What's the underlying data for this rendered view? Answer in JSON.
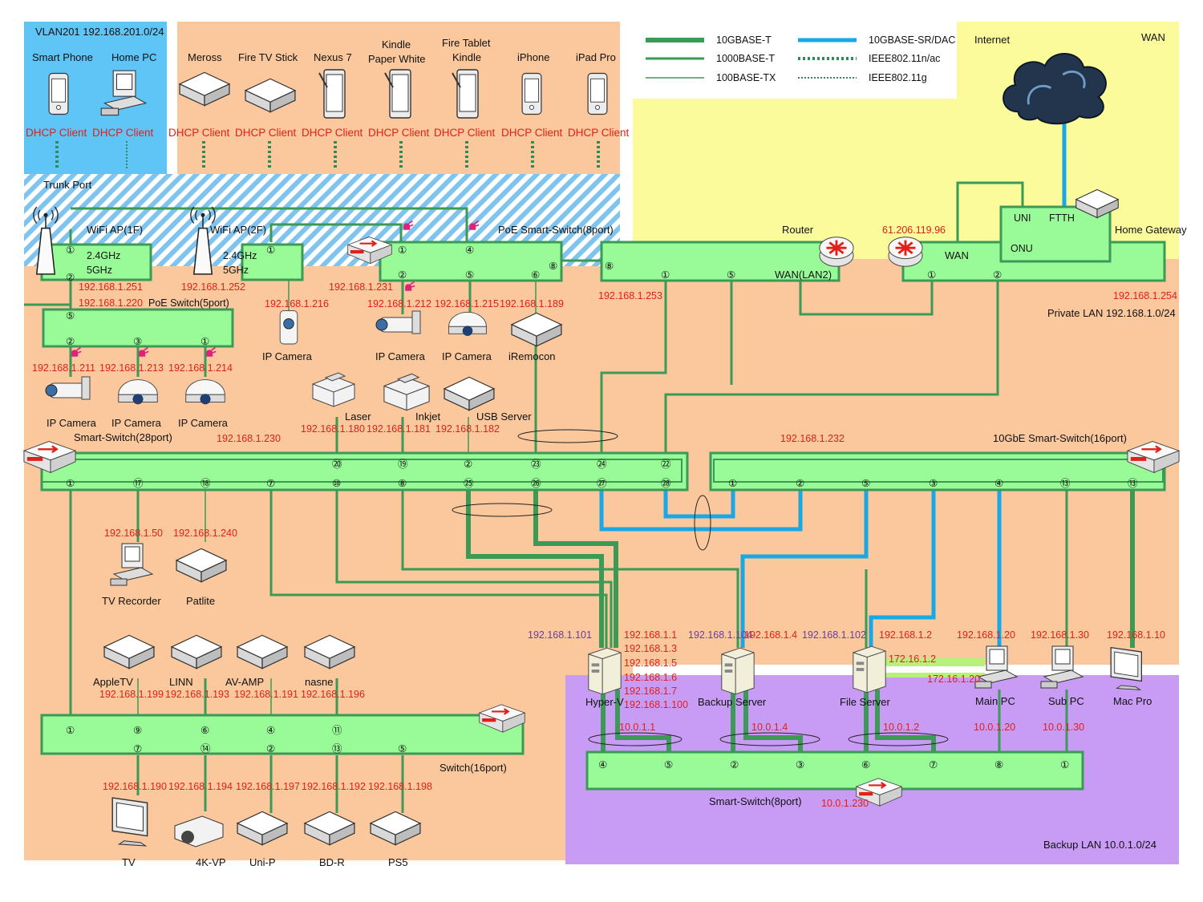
{
  "zones": {
    "vlan201": "VLAN201 192.168.201.0/24",
    "wan": "WAN",
    "private_lan": "Private LAN 192.168.1.0/24",
    "backup_lan": "Backup LAN 10.0.1.0/24",
    "trunk_port": "Trunk Port",
    "internet": "Internet"
  },
  "legend": {
    "l10gbaset": "10GBASE-T",
    "l1000baset": "1000BASE-T",
    "l100basetx": "100BASE-TX",
    "l10gsr": "10GBASE-SR/DAC",
    "lwifi_nac": "IEEE802.11n/ac",
    "lwifi_g": "IEEE802.11g"
  },
  "wifi_clients": {
    "dhcp": "DHCP Client",
    "smartphone": "Smart Phone",
    "homepc": "Home PC",
    "meross": "Meross",
    "firetv": "Fire TV Stick",
    "nexus7": "Nexus 7",
    "kindle1": "Kindle",
    "kindle2": "Paper White",
    "firetab1": "Fire Tablet",
    "firetab2": "Kindle",
    "iphone": "iPhone",
    "ipad": "iPad Pro"
  },
  "aps": {
    "ap1_name": "WiFi AP(1F)",
    "ap2_name": "WiFi AP(2F)",
    "band24": "2.4GHz",
    "band5": "5GHz",
    "ap1_ip": "192.168.1.251",
    "ap2_ip": "192.168.1.252"
  },
  "poe5": {
    "name": "PoE Switch(5port)",
    "ip": "192.168.1.220"
  },
  "poe8": {
    "name": "PoE Smart-Switch(8port)",
    "ip": "192.168.1.231"
  },
  "router": {
    "name": "Router",
    "ip": "192.168.1.253",
    "wanlan2": "WAN(LAN2)"
  },
  "gateway": {
    "name": "Home Gateway",
    "wan_ip": "61.206.119.96",
    "wan": "WAN",
    "uni": "UNI",
    "ftth": "FTTH",
    "onu": "ONU",
    "ip": "192.168.1.254"
  },
  "cameras": {
    "label": "IP Camera",
    "c216": "192.168.1.216",
    "c212": "192.168.1.212",
    "c215": "192.168.1.215",
    "c211": "192.168.1.211",
    "c213": "192.168.1.213",
    "c214": "192.168.1.214"
  },
  "iremocon": {
    "name": "iRemocon",
    "ip": "192.168.1.189"
  },
  "printers": {
    "laser": "Laser",
    "laser_ip": "192.168.1.180",
    "inkjet": "Inkjet",
    "inkjet_ip": "192.168.1.181",
    "usb": "USB Server",
    "usb_ip": "192.168.1.182"
  },
  "sw28": {
    "name": "Smart-Switch(28port)",
    "ip": "192.168.1.230"
  },
  "sw10g": {
    "name": "10GbE Smart-Switch(16port)",
    "ip": "192.168.1.232"
  },
  "sw16": {
    "name": "Switch(16port)"
  },
  "sw8b": {
    "name": "Smart-Switch(8port)",
    "ip": "10.0.1.230"
  },
  "tvrec": {
    "name": "TV Recorder",
    "ip": "192.168.1.50"
  },
  "patlite": {
    "name": "Patlite",
    "ip": "192.168.1.240"
  },
  "media_top": {
    "appletv": "AppleTV",
    "appletv_ip": "192.168.1.199",
    "linn": "LINN",
    "linn_ip": "192.168.1.193",
    "avamp": "AV-AMP",
    "avamp_ip": "192.168.1.191",
    "nasne": "nasne",
    "nasne_ip": "192.168.1.196"
  },
  "media_bottom": {
    "tv": "TV",
    "tv_ip": "192.168.1.190",
    "vp": "4K-VP",
    "vp_ip": "192.168.1.194",
    "unip": "Uni-P",
    "unip_ip": "192.168.1.197",
    "bdr": "BD-R",
    "bdr_ip": "192.168.1.192",
    "ps5": "PS5",
    "ps5_ip": "192.168.1.198"
  },
  "servers": {
    "hyperv": "Hyper-V",
    "hyperv_mgmt": "192.168.1.101",
    "hyperv_ips": [
      "192.168.1.1",
      "192.168.1.3",
      "192.168.1.5",
      "192.168.1.6",
      "192.168.1.7",
      "192.168.1.100"
    ],
    "hyperv_b": "10.0.1.1",
    "backup": "Backup Server",
    "backup_mgmt": "192.168.1.104",
    "backup_ip": "192.168.1.4",
    "backup_b": "10.0.1.4",
    "file": "File Server",
    "file_mgmt": "192.168.1.102",
    "file_ip": "192.168.1.2",
    "file_b": "10.0.1.2",
    "file_dac": "172.16.1.2"
  },
  "pcs": {
    "main": "Main PC",
    "main_ip": "192.168.1.20",
    "main_dac": "172.16.1.20",
    "main_b": "10.0.1.20",
    "sub": "Sub PC",
    "sub_ip": "192.168.1.30",
    "sub_b": "10.0.1.30",
    "mac": "Mac Pro",
    "mac_ip": "192.168.1.10"
  },
  "ports": {
    "n1": "①",
    "n2": "②",
    "n3": "③",
    "n4": "④",
    "n5": "⑤",
    "n6": "⑥",
    "n7": "⑦",
    "n8": "⑧",
    "n9": "⑨",
    "n10": "⑩",
    "n11": "⑪",
    "n13": "⑬",
    "n14": "⑭",
    "n17": "⑰",
    "n18": "⑱",
    "n19": "⑲",
    "n20": "⑳",
    "n22": "㉒",
    "n23": "㉓",
    "n24": "㉔",
    "n25": "㉕",
    "n26": "㉖",
    "n27": "㉗",
    "n28": "㉘"
  }
}
